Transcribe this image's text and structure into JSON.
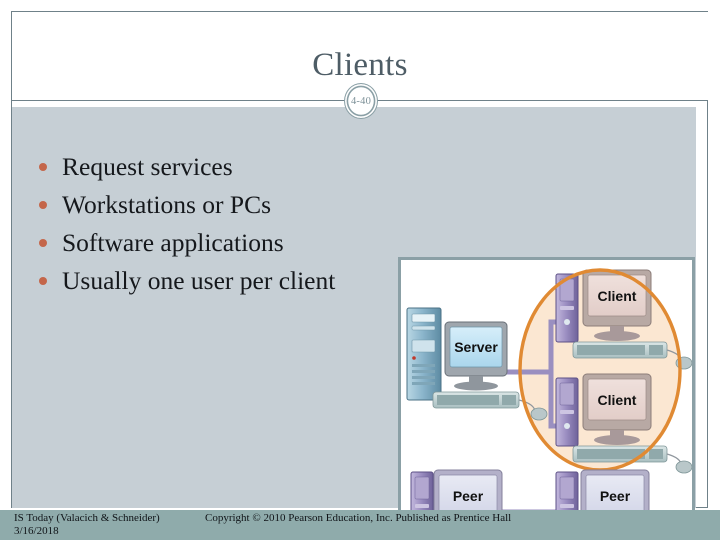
{
  "slide": {
    "title": "Clients",
    "slide_number": "4-40",
    "bullets": [
      "Request services",
      "Workstations or PCs",
      "Software applications",
      "Usually one user per client"
    ]
  },
  "diagram": {
    "alt_name": "client-server-and-peer-to-peer-network-diagram",
    "nodes": [
      {
        "label": "Server",
        "role": "server"
      },
      {
        "label": "Client",
        "role": "client"
      },
      {
        "label": "Client",
        "role": "client"
      },
      {
        "label": "Peer",
        "role": "peer"
      },
      {
        "label": "Peer",
        "role": "peer"
      }
    ],
    "highlight_shape": "ellipse-around-clients"
  },
  "footer": {
    "source": "IS Today (Valacich & Schneider)",
    "copyright": "Copyright © 2010 Pearson Education, Inc. Published as Prentice Hall",
    "date": "3/16/2018"
  },
  "colors": {
    "body_background": "#c6cfd5",
    "footer_band": "#8fabab",
    "title_text": "#4e5d66",
    "bullet_marker": "#c4664a",
    "frame_border": "#6f8189",
    "highlight_ellipse": "#e08a33",
    "highlight_fill": "#fbe7d2",
    "server_tower": "#8fb9cc",
    "peer_tower": "#9a8fc0",
    "link_line": "#9a8fc0"
  }
}
